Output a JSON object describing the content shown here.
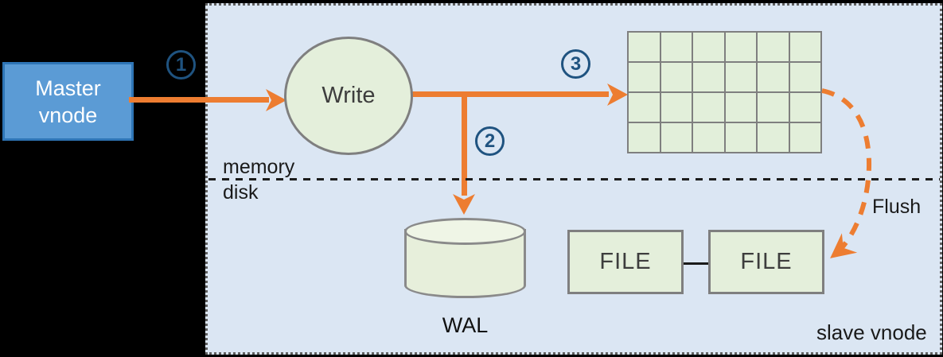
{
  "diagram": {
    "master_node": {
      "line1": "Master",
      "line2": "vnode"
    },
    "write_node": {
      "label": "Write"
    },
    "steps": {
      "step1": "1",
      "step2": "2",
      "step3": "3"
    },
    "divider": {
      "above": "memory",
      "below": "disk"
    },
    "wal": {
      "label": "WAL"
    },
    "files": {
      "file1": "FILE",
      "file2": "FILE"
    },
    "flush": {
      "label": "Flush"
    },
    "region": {
      "label": "slave vnode"
    },
    "memtable_grid": {
      "rows": 4,
      "cols": 6
    },
    "colors": {
      "accent_orange": "#ED7D31",
      "region_background": "#DBE6F3",
      "node_green": "#E4EFDB",
      "grid_cell_green": "#E2EFDA",
      "master_blue": "#5B9BD5",
      "master_border_blue": "#2E75B6",
      "badge_blue": "#1F5380",
      "outline_gray": "#7F7F7F",
      "canvas_black": "#000000"
    }
  }
}
